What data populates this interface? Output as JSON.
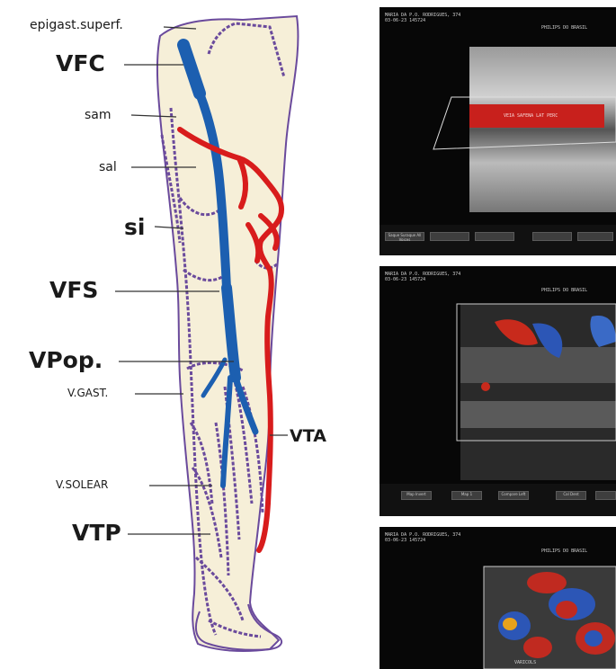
{
  "labels": {
    "epigast": "epigast.superf.",
    "vfc": "VFC",
    "sam": "sam",
    "sal": "sal",
    "si": "si",
    "vfs": "VFS",
    "vpop": "VPop.",
    "vgast": "V.GAST.",
    "vta": "VTA",
    "vsolear": "V.SOLEAR",
    "vtp": "VTP"
  },
  "panels": [
    {
      "header_left": "MARIA DA P.O. RODRIGUES, 374\n03-06-23 145724",
      "header_right": "PHILIPS DO BRASIL",
      "vessel_label": "VEIA SAFENA LAT PERC",
      "buttons": [
        "Saque Suraque All Voices",
        "",
        "",
        "",
        ""
      ]
    },
    {
      "header_left": "MARIA DA P.O. RODRIGUES, 374\n03-06-23 145724",
      "header_right": "PHILIPS DO BRASIL",
      "buttons": [
        "Map Invert",
        "Map 1",
        "Compare Left",
        "Cal Dent",
        ""
      ]
    },
    {
      "header_left": "MARIA DA P.O. RODRIGUES, 374\n03-06-23 145724",
      "header_right": "PHILIPS DO BRASIL",
      "vessel_label": "VARICOLS"
    }
  ],
  "colors": {
    "deep_vein": "#1c5fb0",
    "superficial_vein": "#6a4a9c",
    "reflux_vein": "#d81c1c",
    "skin": "#f6efd8",
    "panel_bg": "#070707"
  }
}
